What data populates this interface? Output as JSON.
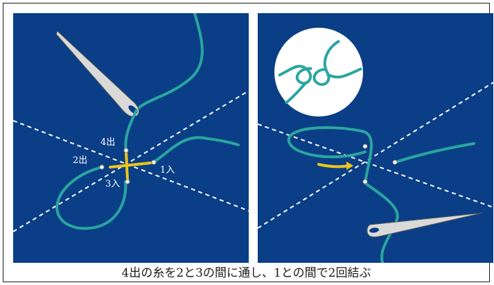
{
  "left_panel": {
    "labels": {
      "point4": "4出",
      "point2": "2出",
      "point1": "1入",
      "point3": "3入"
    }
  },
  "caption": "4出の糸を2と3の間に通し、1との間で2回結ぶ",
  "colors": {
    "background": "#0a3e86",
    "thread": "#2aa6a0",
    "thread_highlight": "#f0c419",
    "guide_line": "#ffffff",
    "needle": "#d9d9d9"
  }
}
